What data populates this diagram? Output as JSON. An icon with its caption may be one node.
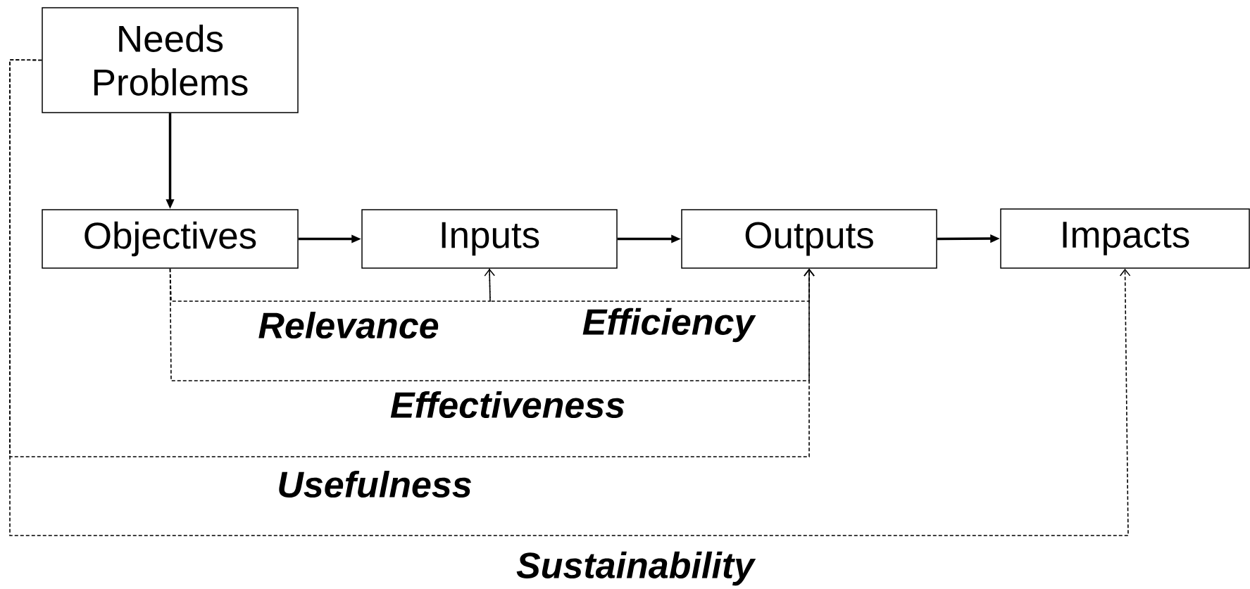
{
  "diagram": {
    "nodes": [
      {
        "text": [
          "Needs",
          "Problems"
        ]
      },
      {
        "text": [
          "Objectives"
        ]
      },
      {
        "text": [
          "Inputs"
        ]
      },
      {
        "text": [
          "Outputs"
        ]
      },
      {
        "text": [
          "Impacts"
        ]
      }
    ],
    "edges": [
      {
        "from": 0,
        "to": 1,
        "arrow": "to"
      },
      {
        "from": 1,
        "to": 2,
        "arrow": "to"
      },
      {
        "from": 2,
        "to": 3,
        "arrow": "to"
      },
      {
        "from": 3,
        "to": 4,
        "arrow": "to"
      },
      {
        "from": 1,
        "to": 2,
        "arrow": "to",
        "style": "dashed",
        "label": "Relevance"
      },
      {
        "from": 2,
        "to": 3,
        "arrow": "to",
        "style": "dashed",
        "label": "Efficiency"
      },
      {
        "from": 1,
        "to": 3,
        "arrow": "to",
        "style": "dashed",
        "label": "Effectiveness"
      },
      {
        "from": 0,
        "to": 3,
        "arrow": "to",
        "style": "dashed",
        "label": "Usefulness"
      },
      {
        "from": 0,
        "to": 4,
        "arrow": "to",
        "style": "dashed",
        "label": "Sustainability"
      }
    ]
  }
}
